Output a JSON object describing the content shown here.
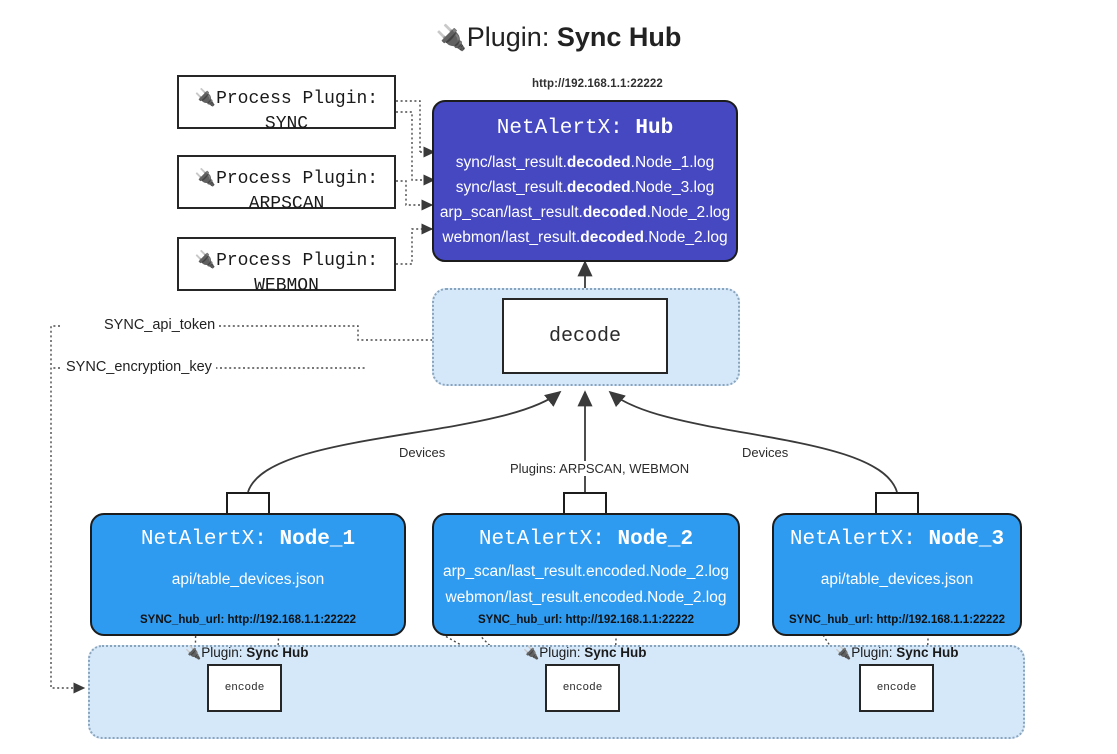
{
  "page": {
    "title_icon": "plug-icon",
    "title_label": "Plugin:",
    "title_value": "Sync Hub"
  },
  "colors": {
    "hub_fill": "#4548c0",
    "node_fill": "#2f9bf0",
    "band_fill": "#d5e8fa",
    "band_border": "#8aa4bb",
    "stroke": "#1c1c1c",
    "white": "#ffffff"
  },
  "process_plugins": [
    {
      "icon": "plug-icon",
      "line1": "Process Plugin:",
      "line2": "SYNC"
    },
    {
      "icon": "plug-icon",
      "line1": "Process Plugin:",
      "line2": "ARPSCAN"
    },
    {
      "icon": "plug-icon",
      "line1": "Process Plugin:",
      "line2": "WEBMON"
    }
  ],
  "hub": {
    "url": "http://192.168.1.1:22222",
    "title_label": "NetAlertX:",
    "title_value": "Hub",
    "logs": [
      {
        "prefix": "sync/last_result.",
        "bold": "decoded",
        "suffix": ".Node_1.log"
      },
      {
        "prefix": "sync/last_result.",
        "bold": "decoded",
        "suffix": ".Node_3.log"
      },
      {
        "prefix": "arp_scan/last_result.",
        "bold": "decoded",
        "suffix": ".Node_2.log"
      },
      {
        "prefix": "webmon/last_result.",
        "bold": "decoded",
        "suffix": ".Node_2.log"
      }
    ]
  },
  "decode": {
    "box_label": "decode"
  },
  "tokens": [
    {
      "label": "SYNC_api_token"
    },
    {
      "label": "SYNC_encryption_key"
    }
  ],
  "edge_labels": {
    "devices_left": "Devices",
    "devices_right": "Devices",
    "plugins_center": "Plugins: ARPSCAN, WEBMON"
  },
  "nodes": [
    {
      "title_label": "NetAlertX:",
      "title_value": "Node_1",
      "lines": [
        "api/table_devices.json"
      ],
      "url": "SYNC_hub_url: http://192.168.1.1:22222",
      "envelope_icon": "envelope-icon"
    },
    {
      "title_label": "NetAlertX:",
      "title_value": "Node_2",
      "lines": [
        "arp_scan/last_result.encoded.Node_2.log",
        "webmon/last_result.encoded.Node_2.log"
      ],
      "url": "SYNC_hub_url: http://192.168.1.1:22222",
      "envelope_icon": "envelope-icon"
    },
    {
      "title_label": "NetAlertX:",
      "title_value": "Node_3",
      "lines": [
        "api/table_devices.json"
      ],
      "url": "SYNC_hub_url: http://192.168.1.1:22222",
      "envelope_icon": "envelope-icon"
    }
  ],
  "encoders": [
    {
      "icon": "plug-icon",
      "caption_label": "Plugin:",
      "caption_value": "Sync Hub",
      "box_label": "encode"
    },
    {
      "icon": "plug-icon",
      "caption_label": "Plugin:",
      "caption_value": "Sync Hub",
      "box_label": "encode"
    },
    {
      "icon": "plug-icon",
      "caption_label": "Plugin:",
      "caption_value": "Sync Hub",
      "box_label": "encode"
    }
  ]
}
